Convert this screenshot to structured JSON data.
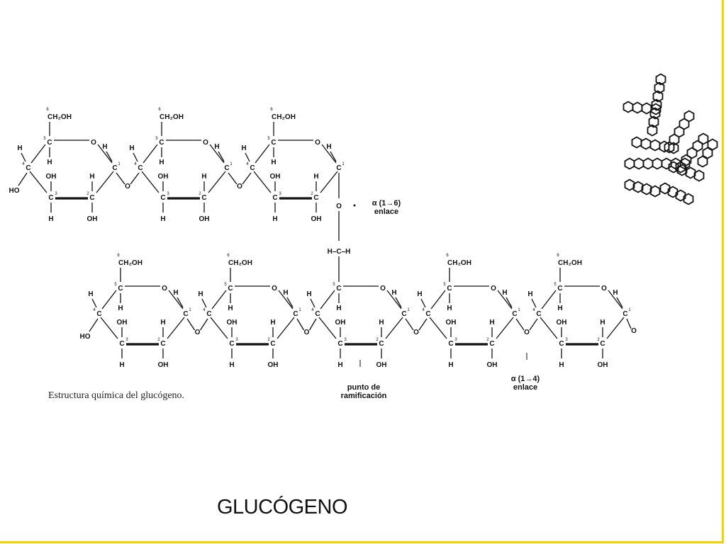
{
  "slide": {
    "title": "GLUCÓGENO",
    "caption": "Estructura química del glucógeno."
  },
  "labels": {
    "branch_link_line1": "α (1→6)",
    "branch_link_line2": "enlace",
    "chain_link_line1": "α (1→4)",
    "chain_link_line2": "enlace",
    "branch_point_line1": "punto de",
    "branch_point_line2": "ramificación"
  },
  "atoms": {
    "ch2oh": "CH₂OH",
    "carbon": "C",
    "oxygen": "O",
    "hydrogen": "H",
    "hydroxyl": "OH",
    "ho": "HO",
    "branch_carbon": "H–C–H"
  },
  "colors": {
    "border": "#f3d200",
    "ink": "#111111"
  }
}
